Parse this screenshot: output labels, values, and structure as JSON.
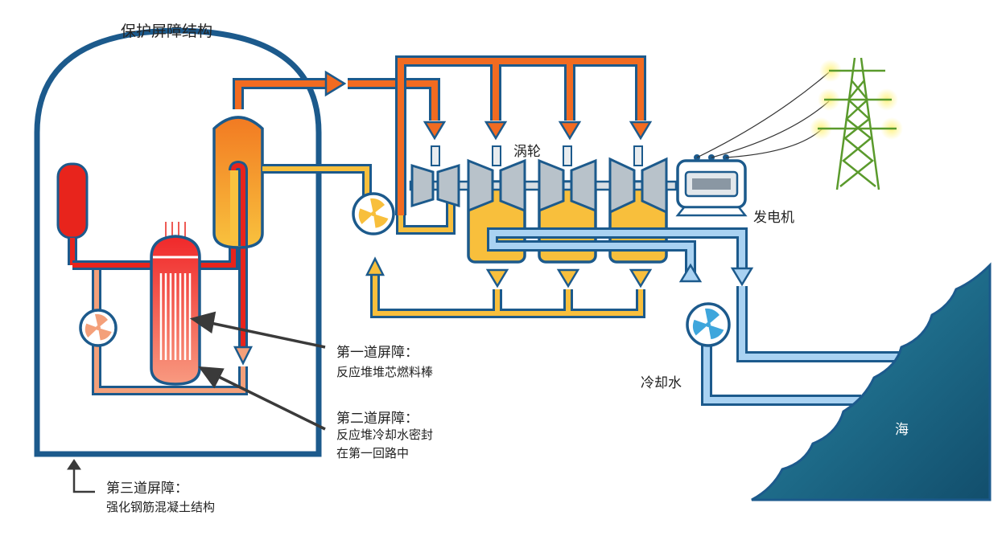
{
  "title": "保护屏障结构",
  "labels": {
    "turbine": "涡轮",
    "generator": "发电机",
    "cooling_water": "冷却水",
    "sea": "海"
  },
  "barriers": {
    "first": {
      "title": "第一道屏障：",
      "lines": [
        "反应堆堆芯燃料棒"
      ]
    },
    "second": {
      "title": "第二道屏障：",
      "lines": [
        "反应堆冷却水密封",
        "在第一回路中"
      ]
    },
    "third": {
      "title": "第三道屏障：",
      "lines": [
        "强化钢筋混凝土结构"
      ]
    }
  },
  "colors": {
    "outline": "#1c5a8c",
    "steam": "#f26b21",
    "steam_dark": "#d24f12",
    "feedwater": "#f8bf3c",
    "primary_red": "#e8241c",
    "primary_pink": "#f4a07a",
    "cooling_blue": "#a9d2f2",
    "sea": "#1a6e8e",
    "turbine_grey": "#b8c2ca",
    "tower_green": "#5a9a2c"
  },
  "icons": [
    "pump-icon",
    "turbine-icon",
    "generator-icon",
    "power-tower-icon",
    "arrow-icon"
  ]
}
